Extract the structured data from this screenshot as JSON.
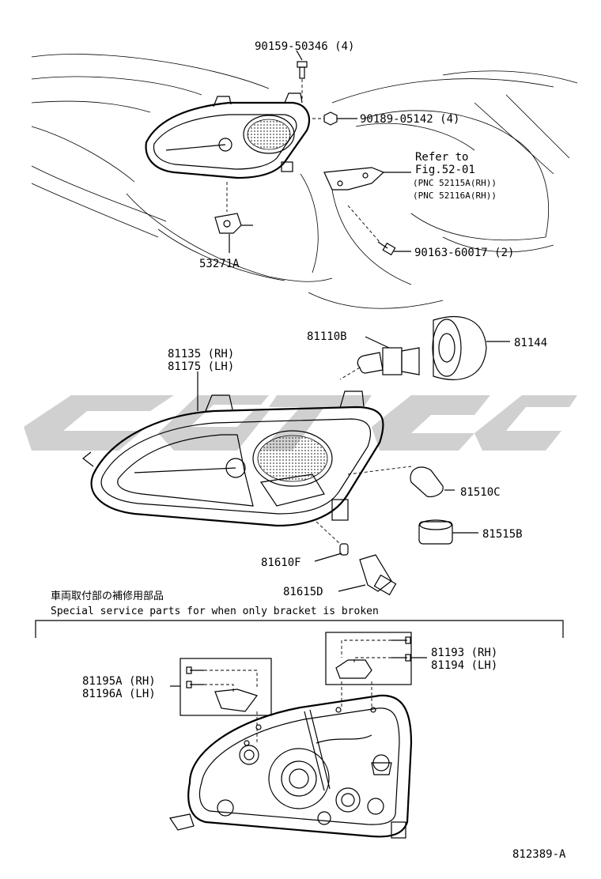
{
  "parts": {
    "p90159": "90159-50346 (4)",
    "p90189": "90189-05142 (4)",
    "refer1": "Refer to",
    "refer2": "Fig.52-01",
    "refer3": "(PNC 52115A(RH))",
    "refer4": "(PNC 52116A(RH))",
    "p90163": "90163-60017 (2)",
    "p53271": "53271A",
    "p81110": "81110B",
    "p81144": "81144",
    "p81135": "81135 (RH)",
    "p81175": "81175 (LH)",
    "p81510": "81510C",
    "p81515": "81515B",
    "p81610": "81610F",
    "p81615": "81615D",
    "p81193": "81193 (RH)",
    "p81194": "81194 (LH)",
    "p81195": "81195A (RH)",
    "p81196": "81196A (LH)"
  },
  "notes": {
    "jp": "車両取付部の補修用部品",
    "en": "Special service parts for when only bracket is broken"
  },
  "figure_id": "812389-A",
  "colors": {
    "watermark": "#c8c8c8",
    "line": "#000000"
  }
}
